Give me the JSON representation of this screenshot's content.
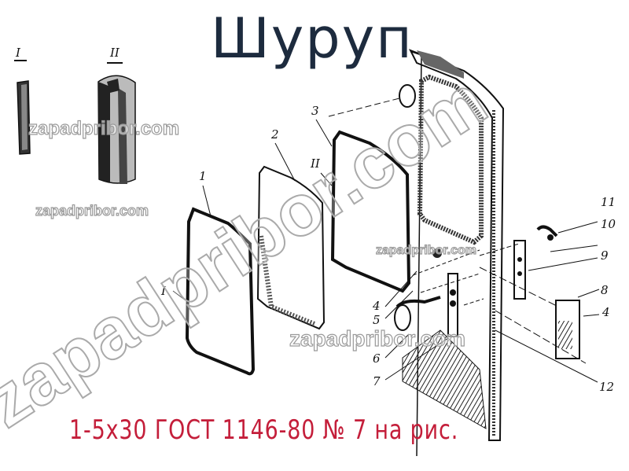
{
  "title": "Шуруп",
  "caption": "1-5x30 ГОСТ 1146-80 № 7 на рис.",
  "watermark": {
    "text": "zapadpribor.com"
  },
  "colors": {
    "title": "#1d2b3e",
    "caption": "#c41e3a",
    "watermark": "#9a9a9a",
    "line": "#111111"
  },
  "drawing": {
    "detail_labels": [
      "I",
      "II"
    ],
    "part_labels": [
      "1",
      "2",
      "3",
      "4",
      "5",
      "6",
      "7",
      "8",
      "9",
      "10",
      "11",
      "12",
      "4"
    ],
    "view_markers": [
      "I",
      "II"
    ]
  }
}
